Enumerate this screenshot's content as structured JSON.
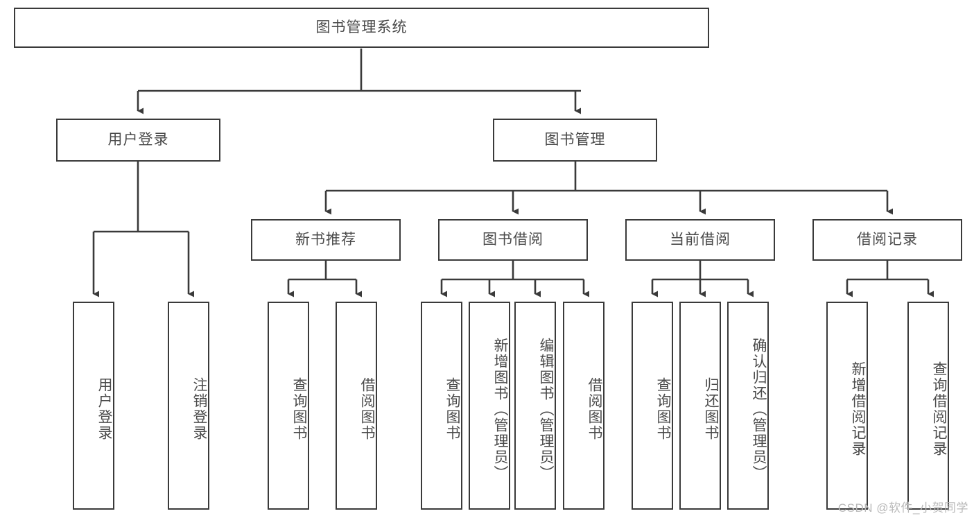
{
  "diagram": {
    "title": "图书管理系统",
    "type": "hierarchy-tree",
    "watermark": "CSDN @软件_小贺同学",
    "colors": {
      "box_border": "#3a3a3a",
      "box_fill": "#ffffff",
      "text": "#4a4a4a",
      "connector": "#3a3a3a",
      "watermark": "#b9b9b9",
      "background": "#ffffff"
    },
    "levels": {
      "root": {
        "label": "图书管理系统"
      },
      "level2": [
        {
          "label": "用户登录"
        },
        {
          "label": "图书管理"
        }
      ],
      "level3": [
        {
          "label": "新书推荐"
        },
        {
          "label": "图书借阅"
        },
        {
          "label": "当前借阅"
        },
        {
          "label": "借阅记录"
        }
      ],
      "leaves": {
        "user_login": [
          {
            "label": "用户登录"
          },
          {
            "label": "注销登录"
          }
        ],
        "new_book_recommend": [
          {
            "label": "查询图书"
          },
          {
            "label": "借阅图书"
          }
        ],
        "book_borrow": [
          {
            "label": "查询图书"
          },
          {
            "label": "新增图书（管理员）"
          },
          {
            "label": "编辑图书（管理员）"
          },
          {
            "label": "借阅图书"
          }
        ],
        "current_borrow": [
          {
            "label": "查询图书"
          },
          {
            "label": "归还图书"
          },
          {
            "label": "确认归还（管理员）"
          }
        ],
        "borrow_record": [
          {
            "label": "新增借阅记录"
          },
          {
            "label": "查询借阅记录"
          }
        ]
      }
    }
  }
}
